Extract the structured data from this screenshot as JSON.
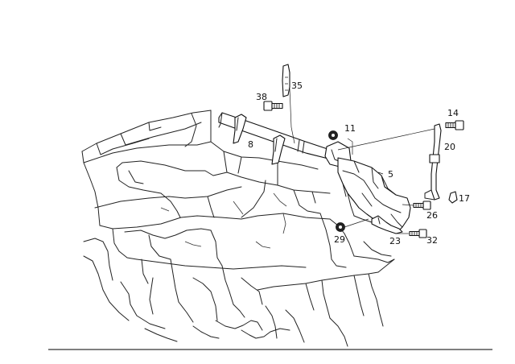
{
  "diagram": {
    "callouts": [
      "35",
      "38",
      "11",
      "14",
      "8",
      "20",
      "5",
      "17",
      "26",
      "29",
      "23",
      "32"
    ]
  }
}
